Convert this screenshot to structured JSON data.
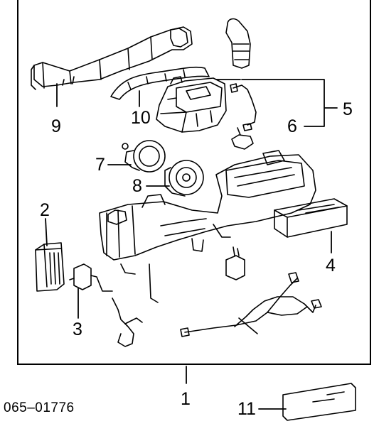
{
  "diagram": {
    "callouts": {
      "c1": "1",
      "c2": "2",
      "c3": "3",
      "c4": "4",
      "c5": "5",
      "c6": "6",
      "c7": "7",
      "c8": "8",
      "c9": "9",
      "c10": "10",
      "c11": "11"
    },
    "drawing_code": "065–01776"
  }
}
